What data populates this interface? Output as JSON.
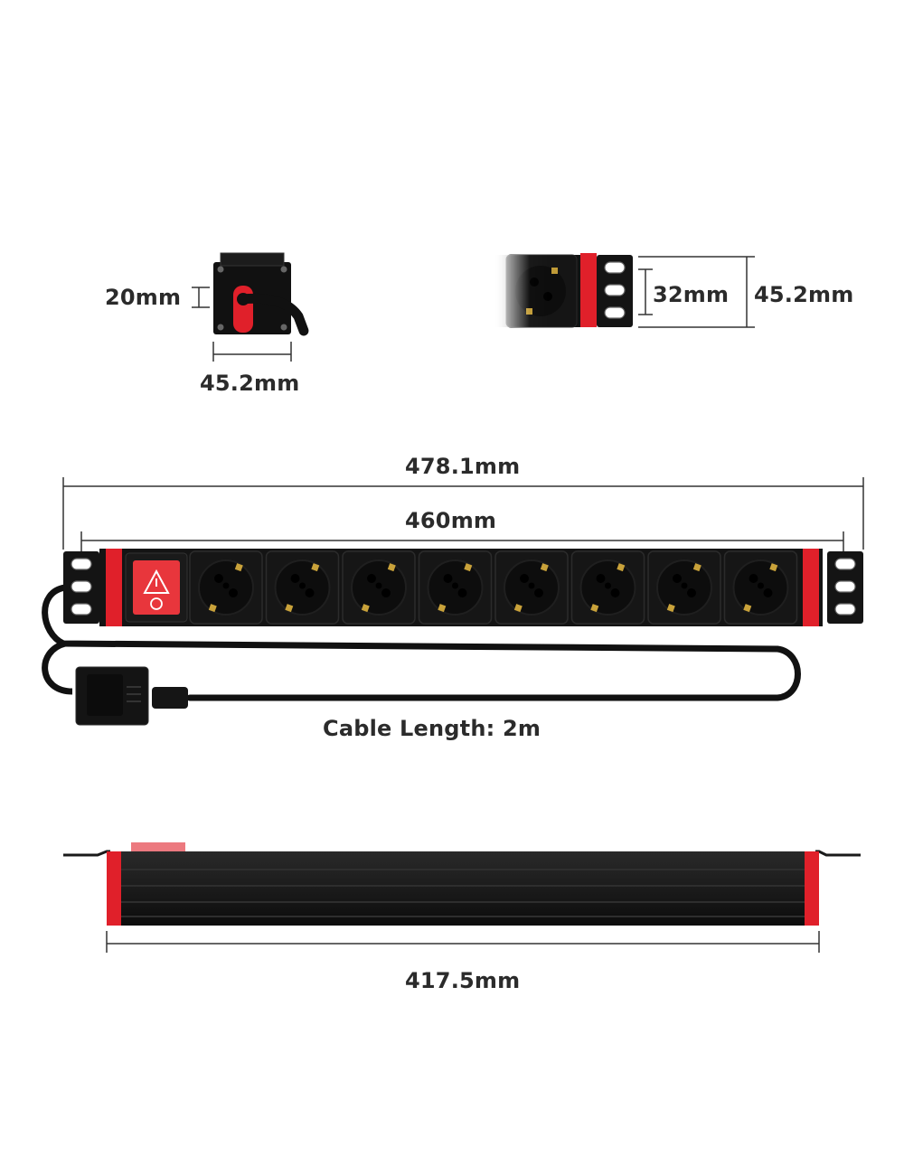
{
  "dimensions": {
    "end_cap_depth": "20mm",
    "end_cap_width": "45.2mm",
    "bracket_hole_pitch": "32mm",
    "bracket_height": "45.2mm",
    "overall_length": "478.1mm",
    "mounting_length": "460mm",
    "body_length": "417.5mm"
  },
  "cable_length_label": "Cable Length: 2m",
  "socket_count": 8,
  "colors": {
    "body": "#111111",
    "accent_red": "#e0202a",
    "switch_red": "#e8363c",
    "contact_gold": "#c9a23a",
    "dimension_line": "#333333"
  },
  "icons": [
    "rocker-switch-icon",
    "power-socket-icon",
    "iec-plug-icon"
  ]
}
